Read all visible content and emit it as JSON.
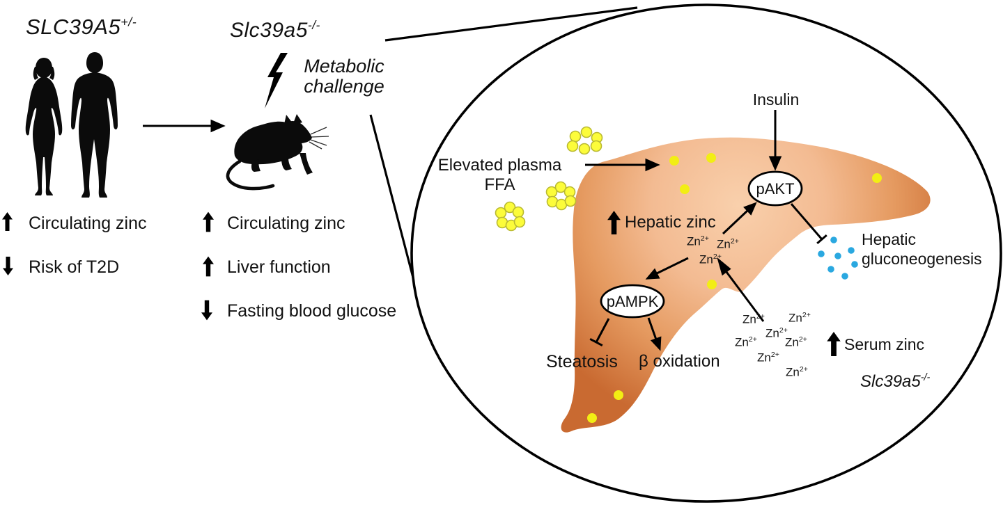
{
  "figure": {
    "human_section": {
      "title": {
        "base": "SLC39A5",
        "sup": "+/-"
      },
      "effects": [
        {
          "direction": "up",
          "label": "Circulating zinc"
        },
        {
          "direction": "down",
          "label": "Risk of T2D"
        }
      ]
    },
    "mouse_section": {
      "title": {
        "base": "Slc39a5",
        "sup": "-/-"
      },
      "challenge": {
        "line1": "Metabolic",
        "line2": "challenge"
      },
      "effects": [
        {
          "direction": "up",
          "label": "Circulating zinc"
        },
        {
          "direction": "up",
          "label": "Liver function"
        },
        {
          "direction": "down",
          "label": "Fasting blood glucose"
        }
      ]
    },
    "magnified_liver": {
      "insulin_label": "Insulin",
      "pakt_label": "pAKT",
      "pampk_label": "pAMPK",
      "ffa_label": {
        "line1": "Elevated plasma",
        "line2": "FFA"
      },
      "hepatic_zinc_label": "Hepatic zinc",
      "steatosis_label": "Steatosis",
      "beta_oxidation_label": "β oxidation",
      "gluconeogenesis_label": {
        "line1": "Hepatic",
        "line2": "gluconeogenesis"
      },
      "serum_zinc_label": "Serum zinc",
      "genotype_label": {
        "base": "Slc39a5",
        "sup": "-/-"
      },
      "zinc_ion_label": {
        "base": "Zn",
        "sup": "2+"
      }
    },
    "colors": {
      "ink": "#000000",
      "liver_center": "#f9d0ac",
      "liver_mid": "#f3bb92",
      "liver_deep": "#e59a60",
      "liver_edge": "#c96a31",
      "ffa_fill": "#fcfc3a",
      "ffa_stroke": "#b9b932",
      "lipid_dot": "#f2ee14",
      "glucose_dot": "#2aa8e0"
    }
  }
}
